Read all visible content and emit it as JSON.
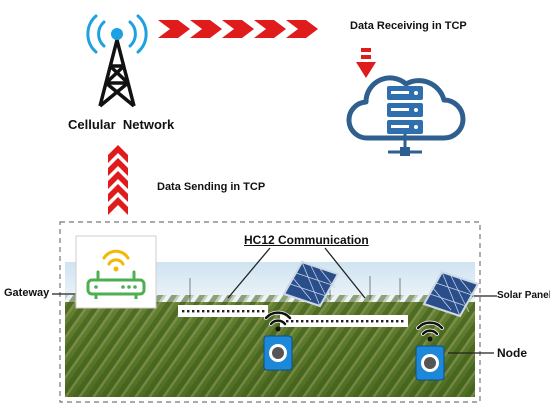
{
  "labels": {
    "cellular": "Cellular  Network",
    "receiving": "Data Receiving in TCP",
    "sending": "Data Sending in TCP",
    "hc12": "HC12 Communication",
    "gateway": "Gateway",
    "solar": "Solar Panel",
    "node": "Node"
  },
  "icons": {
    "tower": "cell-tower-icon",
    "cloud": "cloud-server-icon",
    "router": "router-icon",
    "solar": "solar-panel-icon",
    "node": "sensor-node-icon",
    "wifi": "wifi-signal-icon"
  },
  "colors": {
    "arrow_red": "#e01b1b",
    "tower_blue": "#1da1e0",
    "cloud_blue": "#2f5f8f",
    "router_green": "#4caf50",
    "wifi_yellow": "#f5b800",
    "node_blue": "#1e88d8",
    "dashed_border": "#777777"
  }
}
